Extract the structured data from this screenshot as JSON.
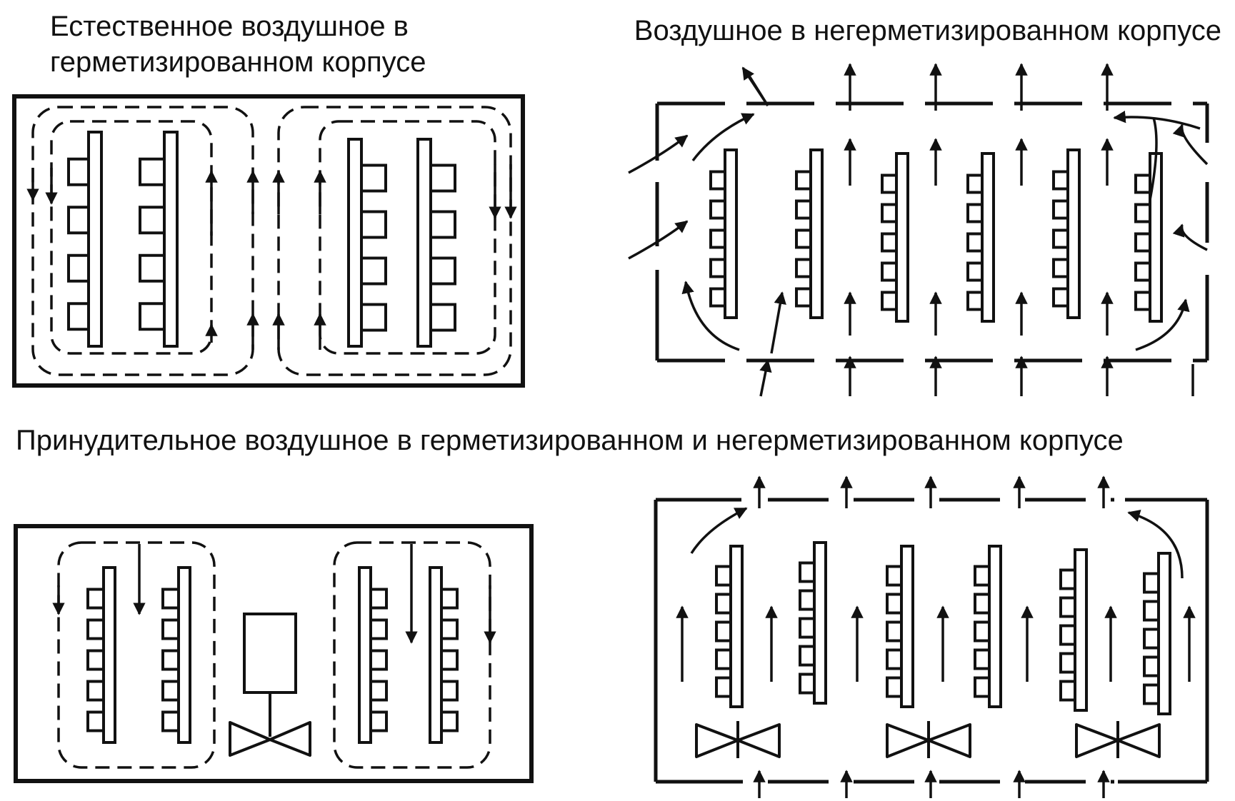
{
  "captions": {
    "natural_sealed": "Естественное воздушное в герметизированном корпусе",
    "unsealed": "Воздушное в негерметизированном корпусе",
    "forced": "Принудительное воздушное в герметизированном и негерметизированном корпусе"
  }
}
